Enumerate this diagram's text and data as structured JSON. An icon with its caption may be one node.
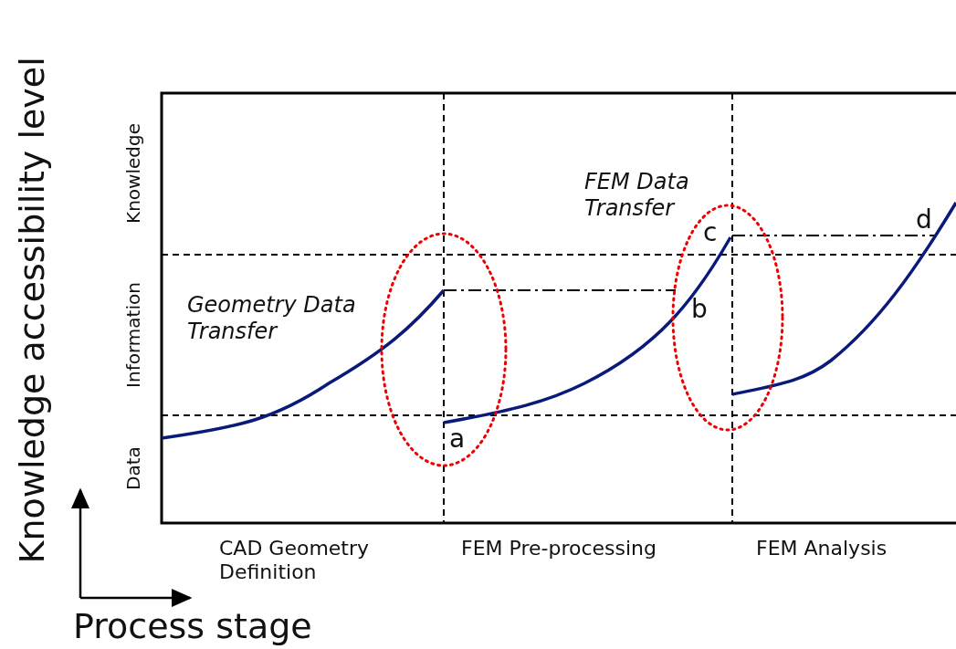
{
  "diagram": {
    "labels": [
      "Knowledge accessibility level",
      "Knowledge",
      "FEM Data Transfer",
      "c",
      "d",
      "Information",
      "Geometry Data Transfer",
      "b",
      "a",
      "Data",
      "CAD Geometry Definition",
      "FEM Pre-processing",
      "FEM Analysis",
      "Process stage"
    ]
  }
}
